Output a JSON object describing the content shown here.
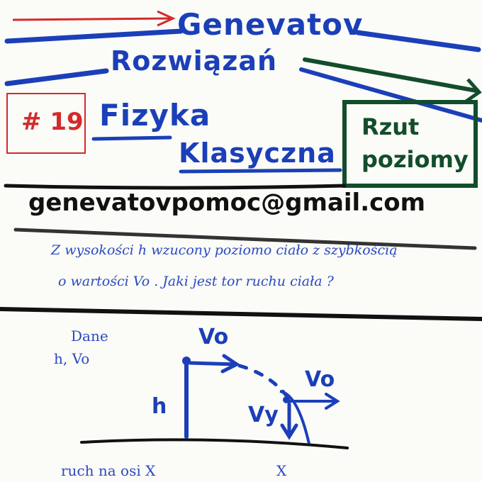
{
  "header": {
    "title_line1": "Genevatov",
    "title_line2": "Rozwiązań",
    "episode": "# 19",
    "subject_word1": "Fizyka",
    "subject_word2": "Klasyczna",
    "topic_line1": "Rzut",
    "topic_line2": "poziomy"
  },
  "email": "genevatovpomoc@gmail.com",
  "problem": {
    "line1": "Z wysokości h wzucony poziomo ciało z szybkością",
    "line2": "o wartości Vo . Jaki jest tor ruchu ciała ?"
  },
  "solution": {
    "given_label": "Dane",
    "given_values": "h, Vo",
    "sketch_label_h": "h",
    "sketch_label_v0_top": "Vo",
    "sketch_label_v0_right": "Vo",
    "sketch_label_vy": "Vy",
    "bottom_left": "ruch na osi X",
    "bottom_right": "X"
  },
  "colors": {
    "blue": "#1b3fb8",
    "red": "#d42a2a",
    "green": "#134d2b",
    "black": "#111111"
  }
}
